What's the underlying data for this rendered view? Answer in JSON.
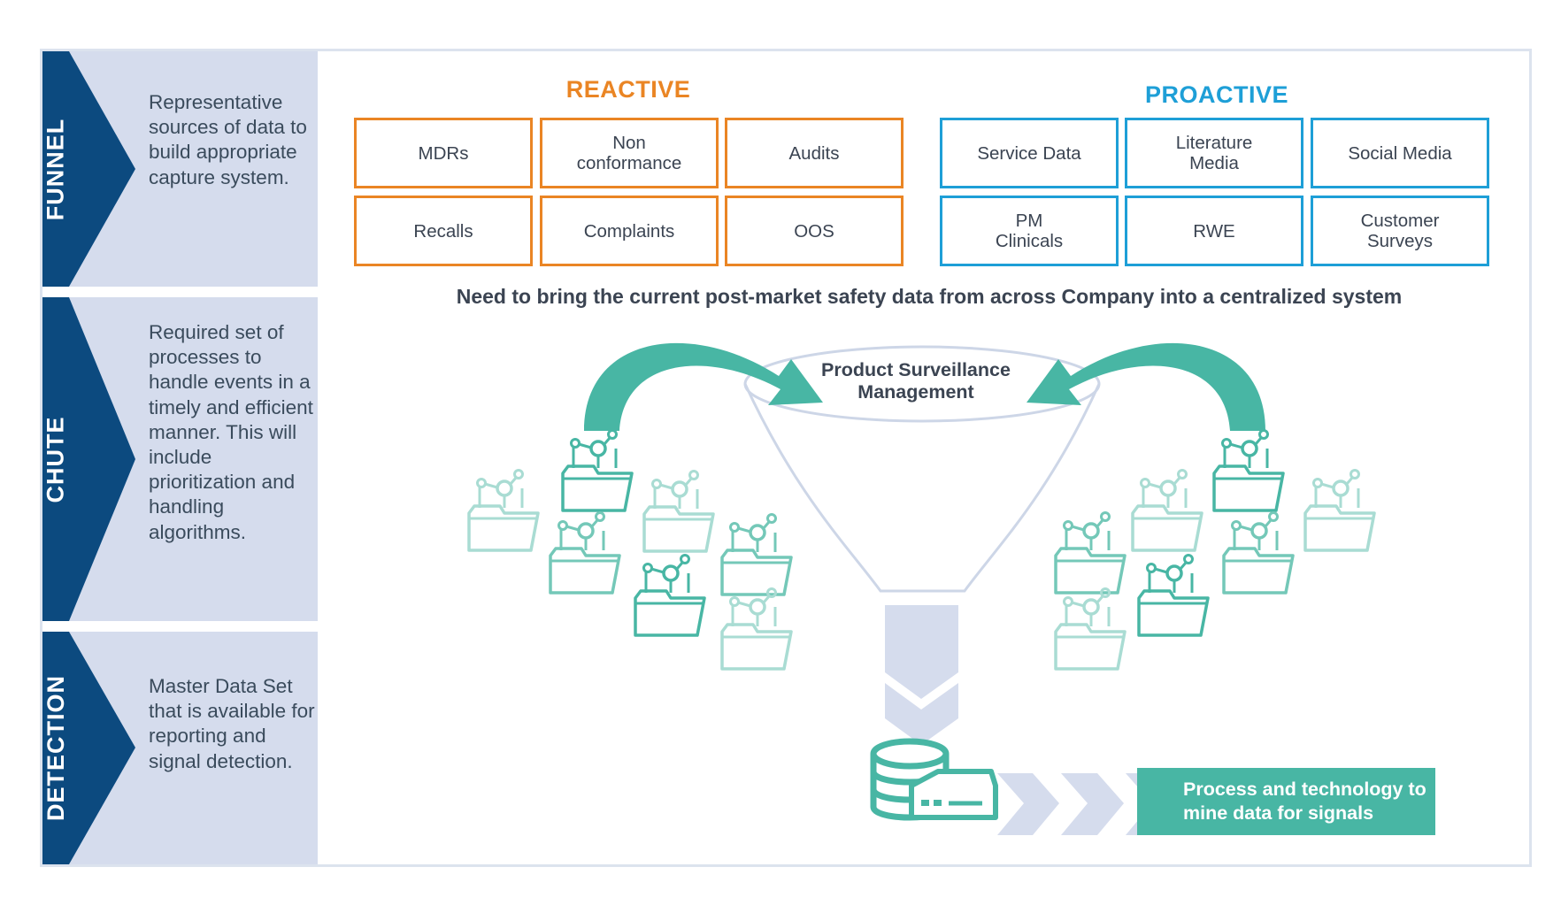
{
  "stages": [
    {
      "label": "FUNNEL",
      "description": "Representative sources of data to build appropriate capture system."
    },
    {
      "label": "CHUTE",
      "description": "Required set of processes to handle events in a timely and efficient manner. This will include prioritization and handling algorithms."
    },
    {
      "label": "DETECTION",
      "description": "Master Data Set that is available for reporting and signal detection."
    }
  ],
  "reactive": {
    "title": "REACTIVE",
    "color": "#ea8524",
    "items": [
      "MDRs",
      "Non conformance",
      "Audits",
      "Recalls",
      "Complaints",
      "OOS"
    ]
  },
  "proactive": {
    "title": "PROACTIVE",
    "color": "#1e9fd7",
    "items": [
      "Service Data",
      "Literature Media",
      "Social Media",
      "PM Clinicals",
      "RWE",
      "Customer Surveys"
    ]
  },
  "tagline": "Need to bring the current post-market safety data from across Company into a centralized system",
  "funnel_label": "Product Surveillance Management",
  "output_label": "Process and technology to mine data for signals",
  "colors": {
    "navy": "#0c4a7f",
    "teal": "#48b6a4",
    "light_teal": "#a9dcd3",
    "slate": "#d5dced"
  },
  "icons": [
    "folder-network-icon",
    "database-icon",
    "server-icon",
    "curved-arrow-icon",
    "down-chevron-icon",
    "right-chevron-icon"
  ]
}
